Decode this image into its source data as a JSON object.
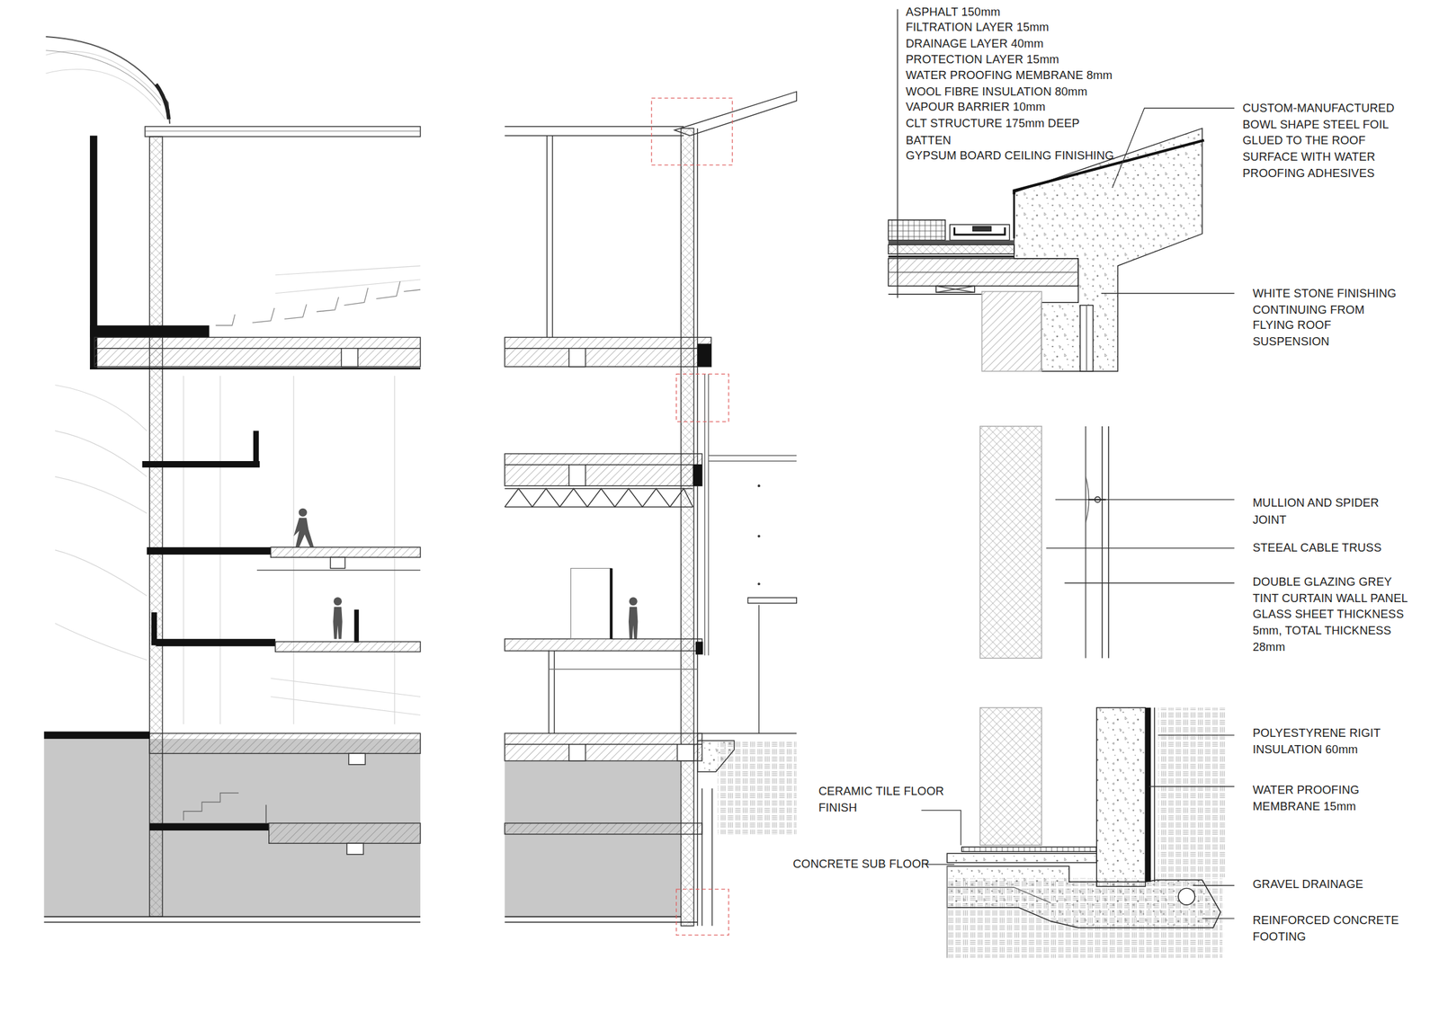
{
  "diagram": {
    "labels": [
      "ASPHALT 150mm",
      "FILTRATION LAYER 15mm",
      "DRAINAGE LAYER 40mm",
      "PROTECTION LAYER 15mm",
      "WATER PROOFING MEMBRANE 8mm",
      "WOOL FIBRE INSULATION 80mm",
      "VAPOUR BARRIER 10mm",
      "CLT STRUCTURE 175mm DEEP",
      "BATTEN",
      "GYPSUM BOARD CEILING FINISHING",
      "CUSTOM-MANUFACTURED BOWL SHAPE STEEL FOIL GLUED TO THE ROOF SURFACE WITH WATER PROOFING ADHESIVES",
      "WHITE STONE FINISHING CONTINUING FROM FLYING ROOF SUSPENSION",
      "MULLION AND SPIDER JOINT",
      "STEEAL CABLE TRUSS",
      "DOUBLE GLAZING GREY TINT CURTAIN WALL PANEL GLASS SHEET THICKNESS 5mm, TOTAL THICKNESS 28mm",
      "POLYESTYRENE RIGIT INSULATION 60mm",
      "WATER PROOFING MEMBRANE 15mm",
      "GRAVEL DRAINAGE",
      "REINFORCED CONCRETE FOOTING",
      "CERAMIC TILE FLOOR FINISH",
      "CONCRETE SUB FLOOR"
    ]
  }
}
